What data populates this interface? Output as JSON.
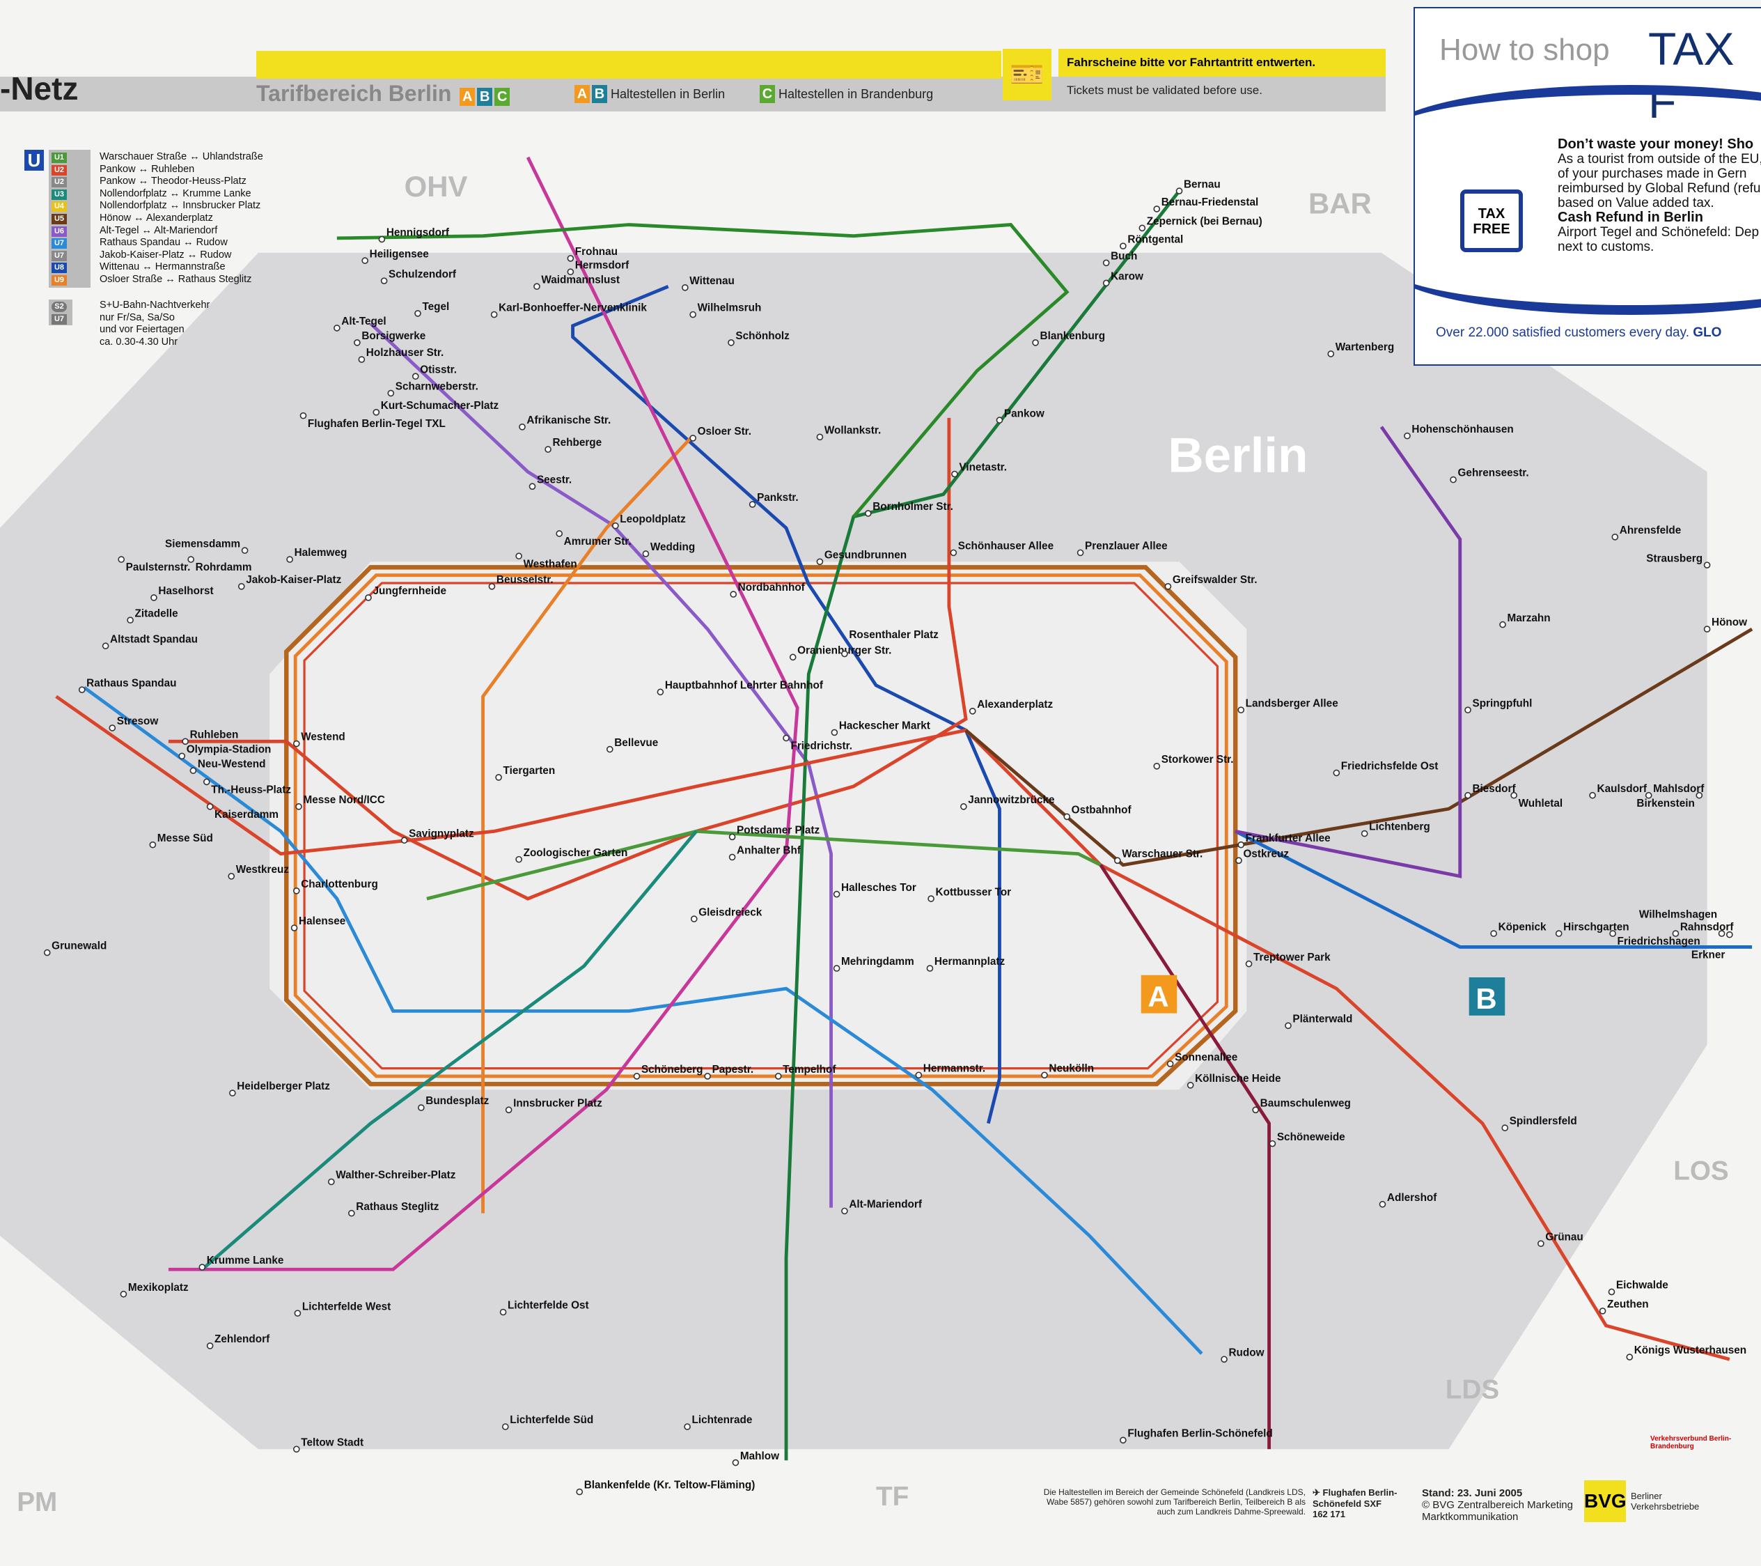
{
  "header": {
    "title": "-Netz",
    "tarif_label": "Tarifbereich Berlin",
    "zones": [
      "A",
      "B",
      "C"
    ],
    "haltestellen_berlin": "Haltestellen in Berlin",
    "haltestellen_brandenburg": "Haltestellen in Brandenburg",
    "validate_de": "Fahrscheine bitte vor Fahrtantritt entwerten.",
    "validate_en": "Tickets must be validated before use."
  },
  "legend": {
    "u_symbol": "U",
    "lines": [
      {
        "badge": "U1",
        "color": "#4a9a3a",
        "route": "Warschauer Straße ↔ Uhlandstraße"
      },
      {
        "badge": "U2",
        "color": "#d9442a",
        "route": "Pankow ↔ Ruhleben"
      },
      {
        "badge": "U2",
        "color": "#888888",
        "route": "Pankow ↔ Theodor-Heuss-Platz"
      },
      {
        "badge": "U3",
        "color": "#1a8a7a",
        "route": "Nollendorfplatz ↔ Krumme Lanke"
      },
      {
        "badge": "U4",
        "color": "#e8c21a",
        "route": "Nollendorfplatz ↔ Innsbrucker Platz"
      },
      {
        "badge": "U5",
        "color": "#6a3a1a",
        "route": "Hönow ↔ Alexanderplatz"
      },
      {
        "badge": "U6",
        "color": "#8a5ac8",
        "route": "Alt-Tegel ↔ Alt-Mariendorf"
      },
      {
        "badge": "U7",
        "color": "#2a8ad8",
        "route": "Rathaus Spandau ↔ Rudow"
      },
      {
        "badge": "U7",
        "color": "#888888",
        "route": "Jakob-Kaiser-Platz ↔ Rudow"
      },
      {
        "badge": "U8",
        "color": "#1a4ab0",
        "route": "Wittenau ↔ Hermannstraße"
      },
      {
        "badge": "U9",
        "color": "#e8802a",
        "route": "Osloer Straße ↔ Rathaus Steglitz"
      }
    ],
    "night_badges": [
      "S2",
      "U7"
    ],
    "night_text": [
      "S+U-Bahn-Nachtverkehr",
      "nur Fr/Sa, Sa/So",
      "und vor Feiertagen",
      "ca. 0.30-4.30 Uhr"
    ]
  },
  "ad": {
    "how": "How to shop",
    "tax": "TAX F",
    "logo": "TAX FREE",
    "lines": [
      "Don’t waste your money! Sho",
      "As a tourist from outside of the EU,",
      "of your purchases made in Gern",
      "reimbursed by Global Refund (refu",
      "based on Value added tax.",
      "Cash Refund in Berlin",
      "Airport Tegel and Schönefeld: Dep",
      "next to customs."
    ],
    "customers": "Over 22.000 satisfied customers every day.",
    "brand": "GLO"
  },
  "regions": [
    "OHV",
    "BAR",
    "Berlin",
    "LOS",
    "LDS",
    "TF",
    "PM",
    "A",
    "B"
  ],
  "stations": [
    "Alt-Tegel",
    "Hennigsdorf",
    "Heiligensee",
    "Schulzendorf",
    "Tegel",
    "Borsigwerke",
    "Holzhauser Str.",
    "Otisstr.",
    "Scharnweberstr.",
    "Kurt-Schumacher-Platz",
    "Afrikanische Str.",
    "Rehberge",
    "Seestr.",
    "Leopoldplatz",
    "Wedding",
    "Amrumer Str.",
    "Westhafen",
    "Beusselstr.",
    "Jungfernheide",
    "Jakob-Kaiser-Platz",
    "Halemweg",
    "Siemensdamm",
    "Rohrdamm",
    "Paulsternstr.",
    "Haselhorst",
    "Zitadelle",
    "Altstadt Spandau",
    "Rathaus Spandau",
    "Stresow",
    "Ruhleben",
    "Olympia-Stadion",
    "Neu-Westend",
    "Th.-Heuss-Platz",
    "Westend",
    "Messe Nord/ICC",
    "Kaiserdamm",
    "Messe Süd",
    "Westkreuz",
    "Charlottenburg",
    "Halensee",
    "Grunewald",
    "Wittenau",
    "Waidmannslust",
    "Frohnau",
    "Hermsdorf",
    "Karl-Bonhoeffer-Nervenklinik",
    "Wilhelmsruh",
    "Schönholz",
    "Wollankstr.",
    "Osloer Str.",
    "Pankstr.",
    "Gesundbrunnen",
    "Bornholmer Str.",
    "Pankow",
    "Vinetastr.",
    "Blankenburg",
    "Karow",
    "Buch",
    "Röntgental",
    "Zepernick (bei Bernau)",
    "Bernau-Friedenstal",
    "Bernau",
    "Schönhauser Allee",
    "Prenzlauer Allee",
    "Greifswalder Str.",
    "Landsberger Allee",
    "Storkower Str.",
    "Frankfurter Allee",
    "Ostkreuz",
    "Warschauer Str.",
    "Ostbahnhof",
    "Jannowitzbrücke",
    "Alexanderplatz",
    "Hackescher Markt",
    "Friedrichstr.",
    "Nordbahnhof",
    "Oranienburger Str.",
    "Rosenthaler Platz",
    "Hauptbahnhof Lehrter Bahnhof",
    "Bellevue",
    "Tiergarten",
    "Zoologischer Garten",
    "Savignyplatz",
    "Potsdamer Platz",
    "Anhalter Bhf",
    "Gleisdreieck",
    "Kottbusser Tor",
    "Hallesches Tor",
    "Mehringdamm",
    "Hermannplatz",
    "Neukölln",
    "Hermannstr.",
    "Tempelhof",
    "Papestr.",
    "Schöneberg",
    "Innsbrucker Platz",
    "Bundesplatz",
    "Heidelberger Platz",
    "Rathaus Steglitz",
    "Walther-Schreiber-Platz",
    "Krumme Lanke",
    "Mexikoplatz",
    "Zehlendorf",
    "Lichterfelde West",
    "Lichterfelde Ost",
    "Lichterfelde Süd",
    "Teltow Stadt",
    "Alt-Mariendorf",
    "Lichtenrade",
    "Mahlow",
    "Blankenfelde (Kr. Teltow-Fläming)",
    "Schöneweide",
    "Baumschulenweg",
    "Treptower Park",
    "Plänterwald",
    "Sonnenallee",
    "Köllnische Heide",
    "Adlershof",
    "Grünau",
    "Zeuthen",
    "Eichwalde",
    "Königs Wusterhausen",
    "Rudow",
    "Flughafen Berlin-Schönefeld",
    "Lichtenberg",
    "Friedrichsfelde Ost",
    "Biesdorf",
    "Wuhletal",
    "Kaulsdorf",
    "Mahlsdorf",
    "Birkenstein",
    "Köpenick",
    "Hirschgarten",
    "Friedrichshagen",
    "Rahnsdorf",
    "Wilhelmshagen",
    "Erkner",
    "Hönow",
    "Strausberg",
    "Marzahn",
    "Ahrensfelde",
    "Springpfuhl",
    "Hohenschönhausen",
    "Wartenberg",
    "Gehrenseestr.",
    "Spindlersfeld",
    "Flughafen Berlin-Tegel TXL"
  ],
  "footer": {
    "note": "Die Haltestellen im Bereich der Gemeinde Schönefeld (Landkreis LDS, Wabe 5857) gehören sowohl zum Tarifbereich Berlin, Teilbereich B als auch zum Landkreis Dahme-Spreewald.",
    "airport": "Flughafen Berlin-Schönefeld SXF",
    "airport_bus": "162 171",
    "stand": "Stand: 23. Juni 2005",
    "copyright": "© BVG Zentralbereich Marketing",
    "copyright2": "Marktkommunikation",
    "bvg": "BVG",
    "bvg_name": "Berliner Verkehrsbetriebe",
    "vbb": "Verkehrsverbund Berlin-Brandenburg"
  }
}
